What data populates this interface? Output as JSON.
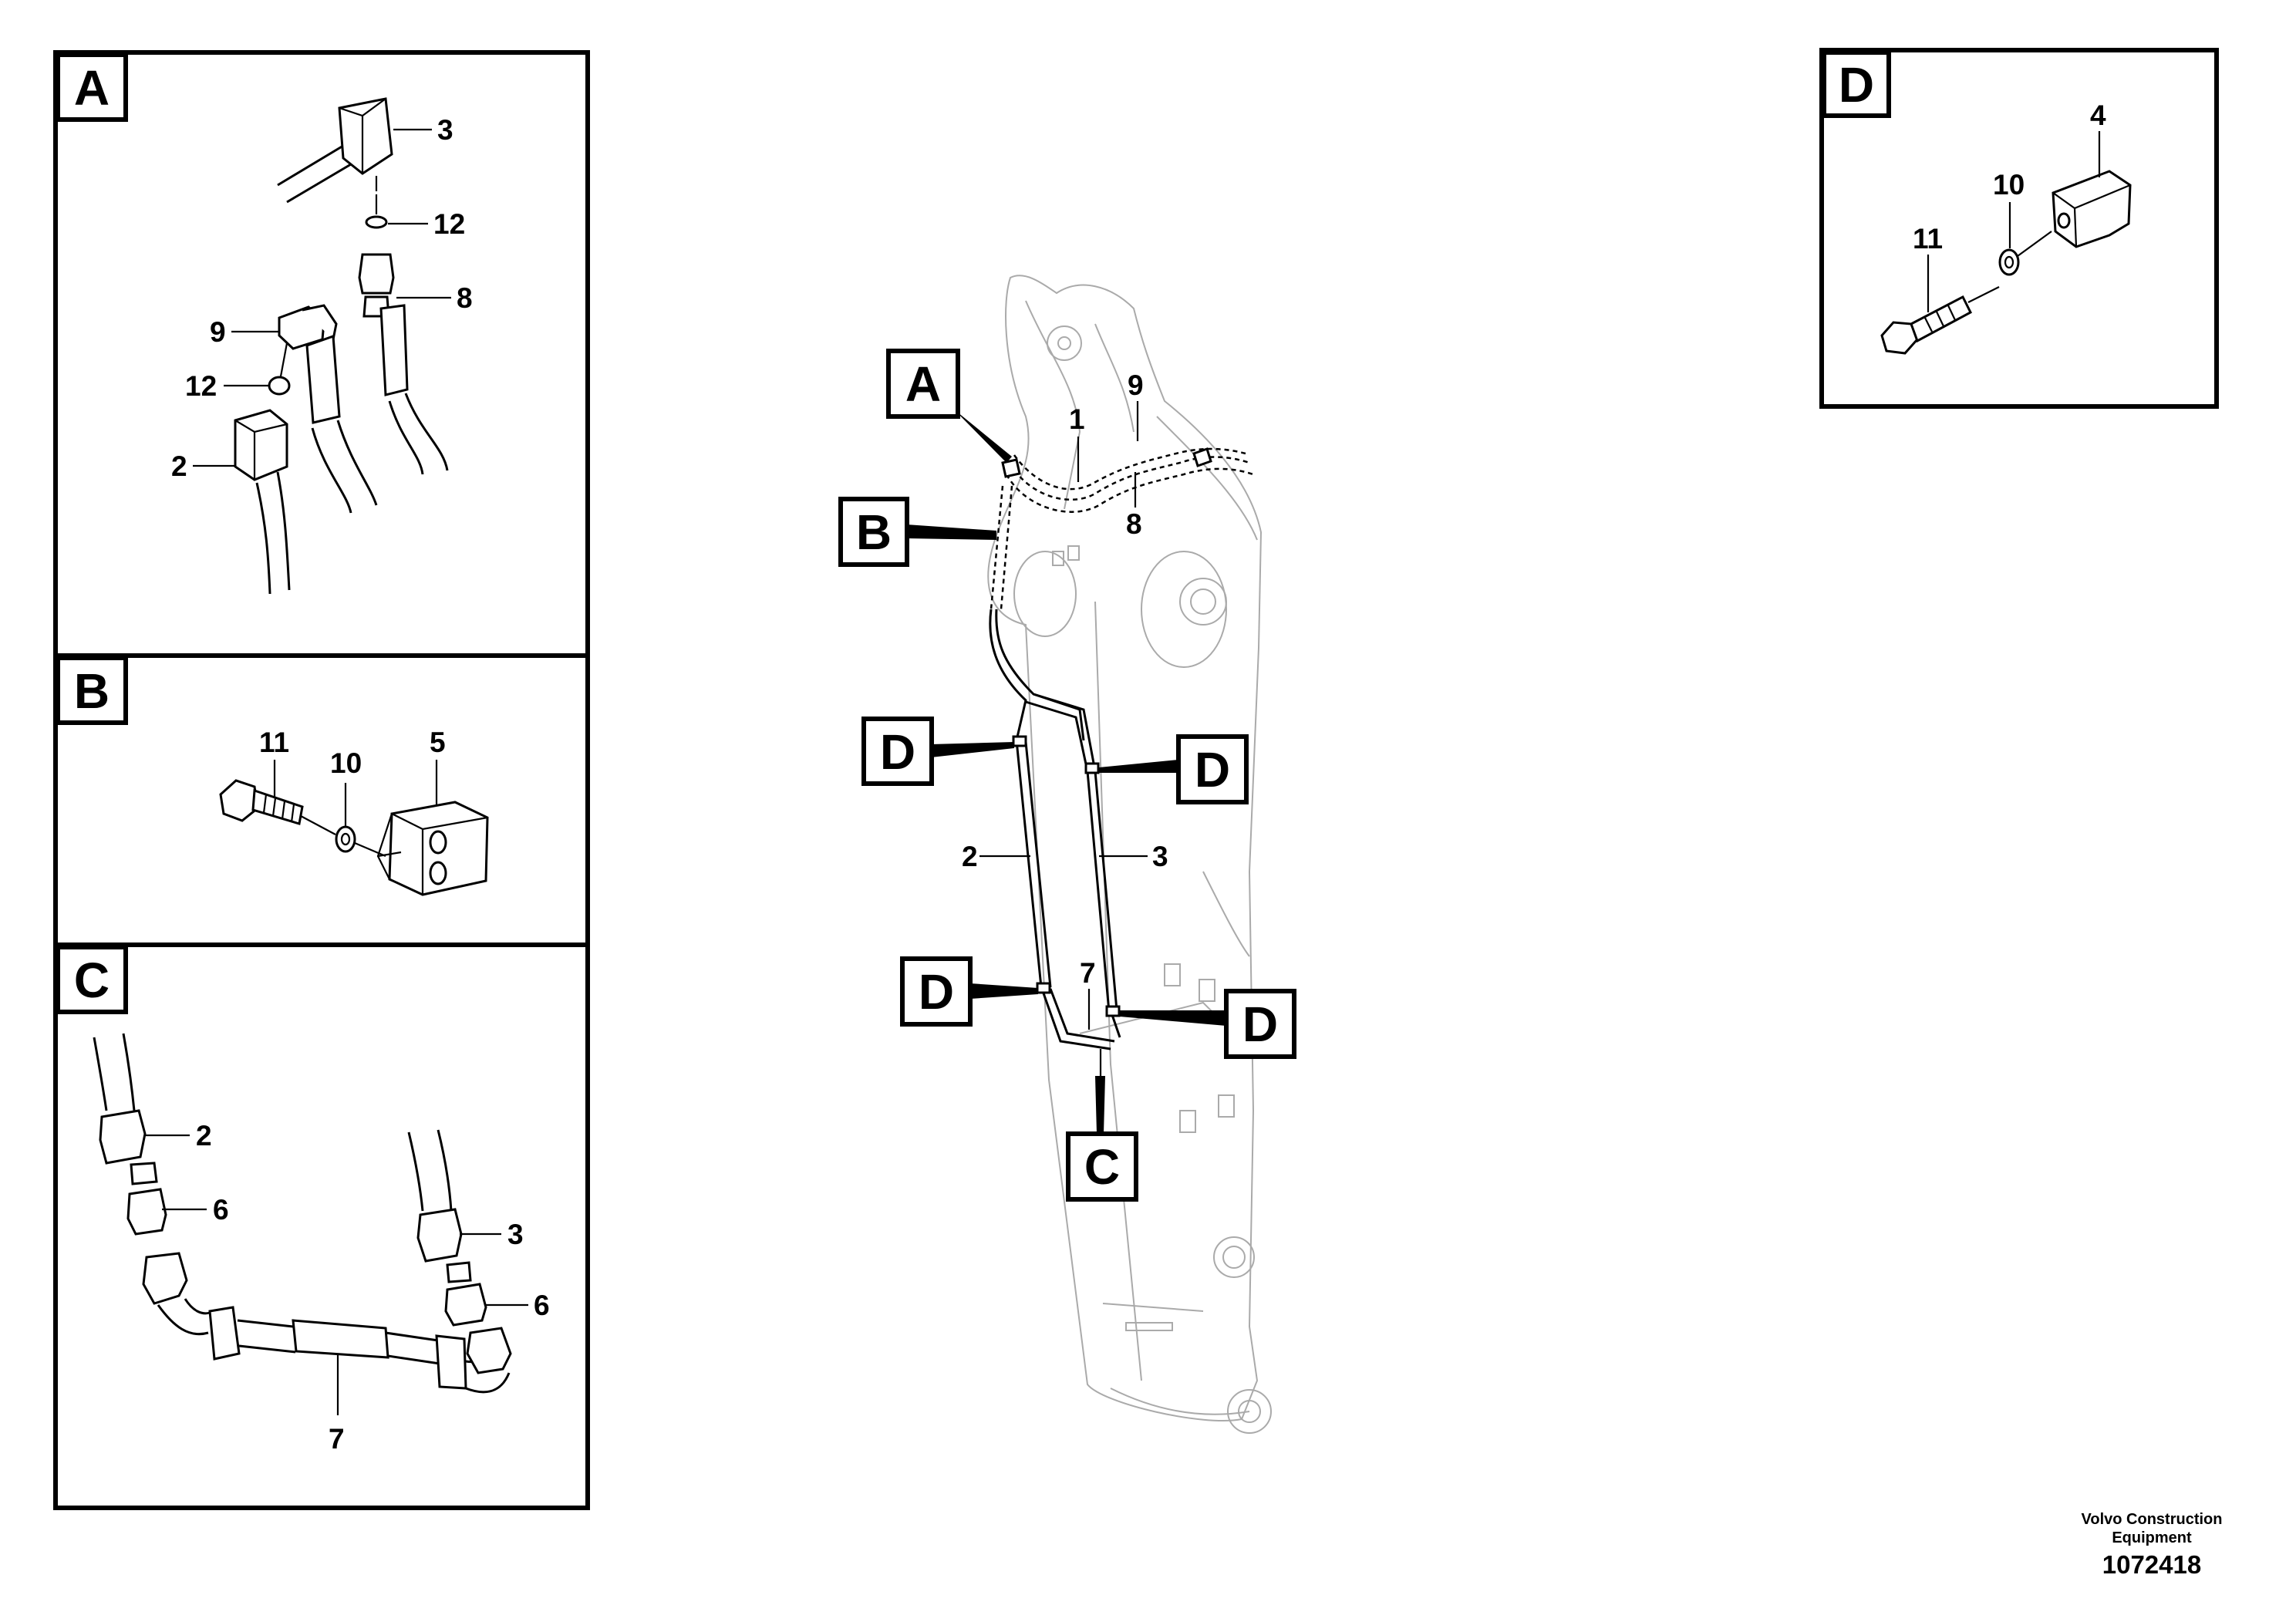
{
  "detail_panels": {
    "A": {
      "letter": "A",
      "callouts": {
        "c1": "3",
        "c2": "12",
        "c3": "8",
        "c4": "9",
        "c5": "12",
        "c6": "2"
      }
    },
    "B": {
      "letter": "B",
      "callouts": {
        "c1": "11",
        "c2": "10",
        "c3": "5"
      }
    },
    "C": {
      "letter": "C",
      "callouts": {
        "c1": "2",
        "c2": "6",
        "c3": "3",
        "c4": "6",
        "c5": "7"
      }
    },
    "D": {
      "letter": "D",
      "callouts": {
        "c1": "4",
        "c2": "10",
        "c3": "11"
      }
    }
  },
  "main_view": {
    "view_refs": {
      "a": "A",
      "b": "B",
      "c": "C",
      "d1": "D",
      "d2": "D",
      "d3": "D",
      "d4": "D"
    },
    "callouts": {
      "c1": "9",
      "c2": "1",
      "c3": "8",
      "c4": "2",
      "c5": "3",
      "c6": "7"
    }
  },
  "footer": {
    "company": "Volvo Construction Equipment",
    "drawing_number": "1072418"
  }
}
